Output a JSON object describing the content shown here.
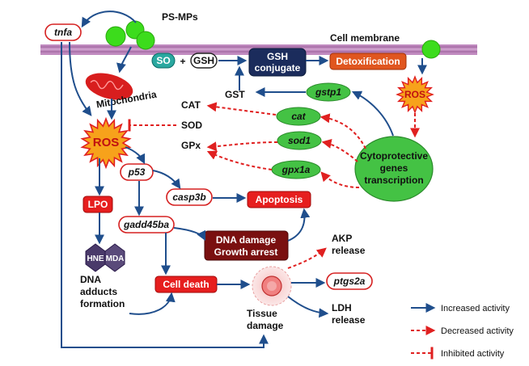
{
  "colors": {
    "blue_arrow": "#1f4e8c",
    "red_arrow": "#e02020",
    "membrane": "#c08abf",
    "green_node": "#44c244",
    "red_node": "#e61e1e",
    "ros_fill": "#f7a21b",
    "gsh_conjugate": "#1b2c5c",
    "detox": "#e0561f",
    "dna_damage": "#7a1010",
    "hne_mda": "#4a3a6a",
    "teal_so": "#2aa8a0"
  },
  "labels": {
    "ps_mps": "PS-MPs",
    "cell_membrane": "Cell membrane",
    "tnfa": "tnfa",
    "mitochondria": "Mitochondria",
    "so": "SO",
    "plus": "+",
    "gsh": "GSH",
    "gsh_conjugate_l1": "GSH",
    "gsh_conjugate_l2": "conjugate",
    "detoxification": "Detoxification",
    "ros_top": "ROS",
    "ros_main": "ROS",
    "gst": "GST",
    "gstp1": "gstp1",
    "cat_gene": "cat",
    "sod1": "sod1",
    "gpx1a": "gpx1a",
    "cat": "CAT",
    "sod": "SOD",
    "gpx": "GPx",
    "cyto_l1": "Cytoprotective",
    "cyto_l2": "genes",
    "cyto_l3": "transcription",
    "p53": "p53",
    "casp3b": "casp3b",
    "apoptosis": "Apoptosis",
    "lpo": "LPO",
    "gadd45ba": "gadd45ba",
    "dna_damage_l1": "DNA damage",
    "dna_damage_l2": "Growth arrest",
    "hne": "HNE",
    "mda": "MDA",
    "dna_adducts_l1": "DNA",
    "dna_adducts_l2": "adducts",
    "dna_adducts_l3": "formation",
    "cell_death": "Cell death",
    "tissue_l1": "Tissue",
    "tissue_l2": "damage",
    "akp_l1": "AKP",
    "akp_l2": "release",
    "ptgs2a": "ptgs2a",
    "ldh_l1": "LDH",
    "ldh_l2": "release"
  },
  "legend": {
    "increased": "Increased activity",
    "decreased": "Decreased activity",
    "inhibited": "Inhibited activity"
  }
}
